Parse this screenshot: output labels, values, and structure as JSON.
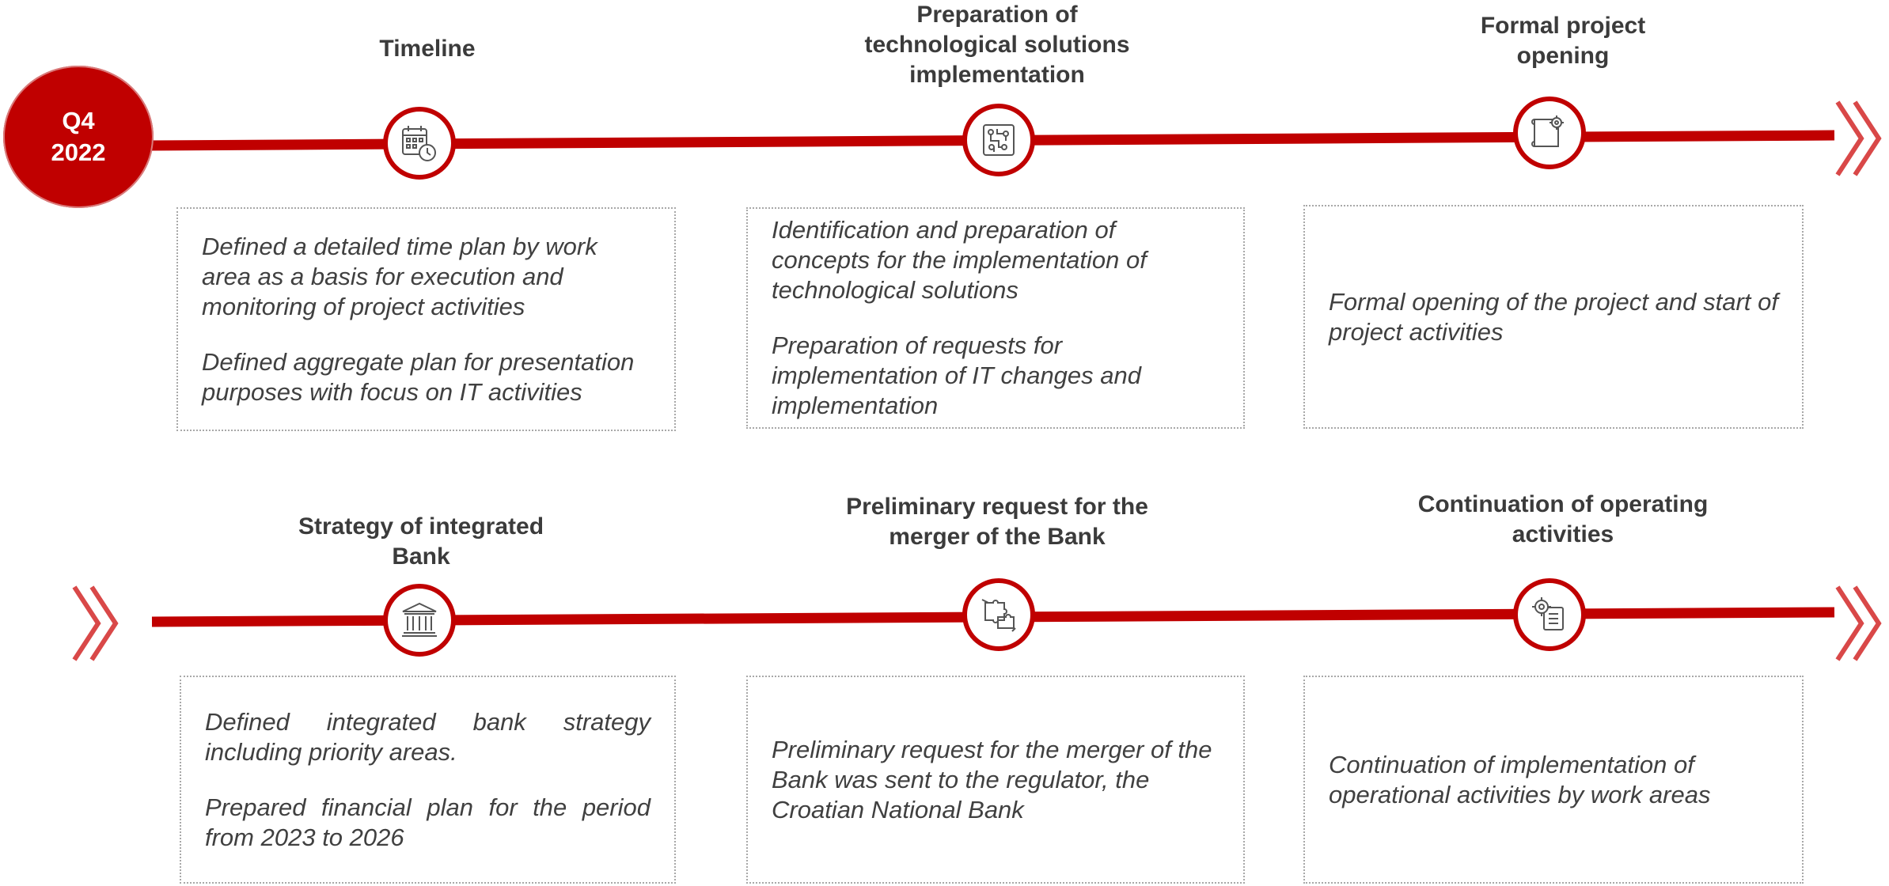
{
  "quarter": {
    "label": "Q4",
    "year": "2022"
  },
  "milestones": [
    {
      "title": [
        "Timeline"
      ],
      "icon": "calendar-clock-icon",
      "paragraphs": [
        "Defined a detailed time plan by work area as a basis for execution and monitoring of project activities",
        "Defined aggregate plan for presentation purposes with focus on IT activities"
      ]
    },
    {
      "title": [
        "Preparation of",
        "technological solutions",
        "implementation"
      ],
      "icon": "circuit-board-icon",
      "paragraphs": [
        "Identification and preparation of concepts for the implementation of technological solutions",
        "Preparation of requests for implementation of IT changes and implementation"
      ]
    },
    {
      "title": [
        "Formal project",
        "opening"
      ],
      "icon": "blueprint-gear-icon",
      "paragraphs": [
        "Formal opening of the project and start of project activities"
      ]
    },
    {
      "title": [
        "Strategy of integrated",
        "Bank"
      ],
      "icon": "bank-building-icon",
      "paragraphs": [
        "Defined integrated bank strategy including priority areas.",
        "Prepared financial plan for the period from 2023 to 2026"
      ]
    },
    {
      "title": [
        "Preliminary request for the",
        "merger of the Bank"
      ],
      "icon": "puzzle-merge-icon",
      "paragraphs": [
        "Preliminary request for the merger of the Bank was sent to the regulator, the Croatian National Bank"
      ]
    },
    {
      "title": [
        "Continuation of operating",
        "activities"
      ],
      "icon": "gear-document-icon",
      "paragraphs": [
        "Continuation of implementation of operational activities by work areas"
      ]
    }
  ],
  "colors": {
    "accent": "#c00000",
    "text": "#404040",
    "title": "#3b3b3b",
    "border": "#a8a8a8"
  }
}
